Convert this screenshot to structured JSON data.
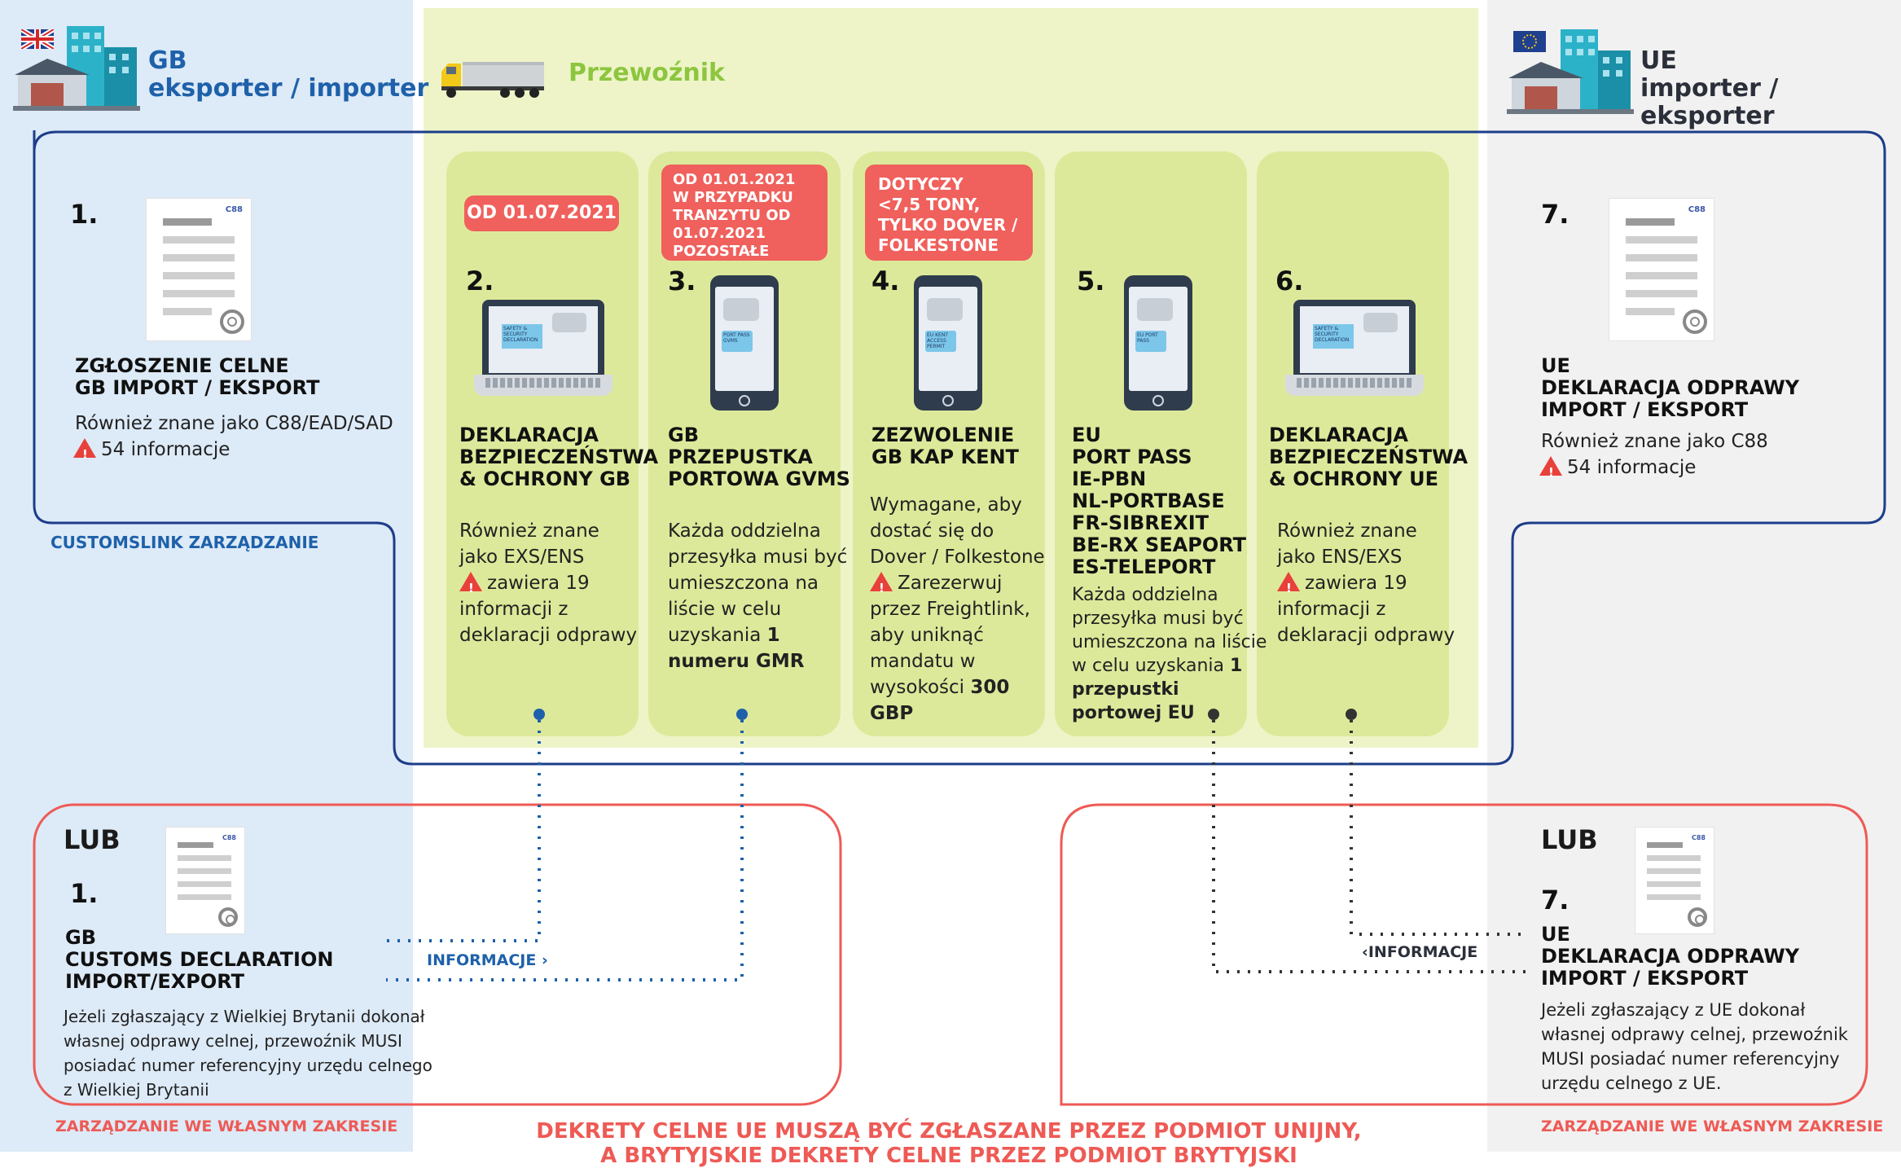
{
  "colors": {
    "blue": "#1e61aa",
    "red": "#ee5a55",
    "green_text": "#8cc63f",
    "column": "#dde99a"
  },
  "header": {
    "left_line1": "GB",
    "left_line2": "eksporter / importer",
    "middle": "Przewoźnik",
    "right_line1": "UE",
    "right_line2": "importer / eksporter"
  },
  "left": {
    "num": "1.",
    "doc_tag": "C88",
    "title1": "ZGŁOSZENIE CELNE",
    "title2": "GB IMPORT / EKSPORT",
    "body1": "Również znane jako C88/EAD/SAD",
    "body2": "54 informacje",
    "footer": "CUSTOMSLINK ZARZĄDZANIE"
  },
  "right": {
    "num": "7.",
    "doc_tag": "C88",
    "title1": "UE",
    "title2": "DEKLARACJA ODPRAWY",
    "title3": "IMPORT / EKSPORT",
    "body1": "Również znane jako C88",
    "body2": "54 informacje"
  },
  "steps": [
    {
      "num": "2.",
      "badge": "OD 01.07.2021",
      "screen": "SAFETY & SECURITY DECLARATION",
      "title": [
        "DEKLARACJA",
        "BEZPIECZEŃSTWA",
        "& OCHRONY GB"
      ],
      "body": [
        "Również znane",
        "jako EXS/ENS"
      ],
      "warn": "zawiera 19",
      "body2": [
        "informacji z",
        "deklaracji odprawy"
      ]
    },
    {
      "num": "3.",
      "badge": [
        "OD 01.01.2021",
        "W PRZYPADKU",
        "TRANZYTU OD",
        "01.07.2021",
        "POZOSTAŁE"
      ],
      "screen": "PORT PASS GVMS",
      "title": [
        "GB",
        "PRZEPUSTKA",
        "PORTOWA GVMS"
      ],
      "body": [
        "Każda oddzielna",
        "przesyłka musi być",
        "umieszczona na",
        "liście w celu",
        "uzyskania"
      ],
      "bold_num": "1",
      "bold_end": "numeru GMR"
    },
    {
      "num": "4.",
      "badge": [
        "DOTYCZY",
        "<7,5 TONY,",
        "TYLKO DOVER /",
        "FOLKESTONE"
      ],
      "screen": "EU KENT ACCESS PERMIT",
      "title": [
        "ZEZWOLENIE",
        "GB KAP KENT"
      ],
      "body": [
        "Wymagane, aby",
        "dostać się do",
        "Dover / Folkestone"
      ],
      "warn": "Zarezerwuj",
      "body2": [
        "przez Freightlink,",
        "aby uniknąć",
        "mandatu w"
      ],
      "last": "wysokości",
      "bold_amount": "300",
      "bold_cur": "GBP"
    },
    {
      "num": "5.",
      "screen": "EU PORT PASS",
      "title": [
        "EU",
        "PORT PASS",
        "IE-PBN",
        "NL-PORTBASE",
        "FR-SIBREXIT",
        "BE-RX SEAPORT",
        "ES-TELEPORT"
      ],
      "body": [
        "Każda oddzielna",
        "przesyłka musi być",
        "umieszczona na liście",
        "w celu uzyskania"
      ],
      "bold_num": "1",
      "bold_end1": "przepustki",
      "bold_end2": "portowej EU"
    },
    {
      "num": "6.",
      "screen": "SAFETY & SECURITY DECLARATION",
      "title": [
        "DEKLARACJA",
        "BEZPIECZEŃSTWA",
        "& OCHRONY UE"
      ],
      "body": [
        "Również znane",
        "jako ENS/EXS"
      ],
      "warn": "zawiera 19",
      "body2": [
        "informacji z",
        "deklaracji odprawy"
      ]
    }
  ],
  "lower_left": {
    "lub": "LUB",
    "num": "1.",
    "doc_tag": "C88",
    "title": [
      "GB",
      "CUSTOMS DECLARATION",
      "IMPORT/EXPORT"
    ],
    "body": [
      "Jeżeli zgłaszający z Wielkiej Brytanii dokonał",
      "własnej odprawy celnej, przewoźnik MUSI",
      "posiadać numer referencyjny urzędu celnego",
      "z Wielkiej Brytanii"
    ],
    "footer": "ZARZĄDZANIE WE WŁASNYM ZAKRESIE",
    "info": "INFORMACJE"
  },
  "lower_right": {
    "lub": "LUB",
    "num": "7.",
    "doc_tag": "C88",
    "title": [
      "UE",
      "DEKLARACJA ODPRAWY",
      "IMPORT / EKSPORT"
    ],
    "body": [
      "Jeżeli zgłaszający z UE dokonał",
      "własnej odprawy celnej, przewoźnik",
      "MUSI posiadać numer referencyjny",
      "urzędu celnego z UE."
    ],
    "footer": "ZARZĄDZANIE WE WŁASNYM ZAKRESIE",
    "info": "INFORMACJE"
  },
  "bottom_note": [
    "DEKRETY CELNE UE MUSZĄ BYĆ ZGŁASZANE PRZEZ PODMIOT UNIJNY,",
    "A BRYTYJSKIE DEKRETY CELNE PRZEZ PODMIOT BRYTYJSKI"
  ]
}
